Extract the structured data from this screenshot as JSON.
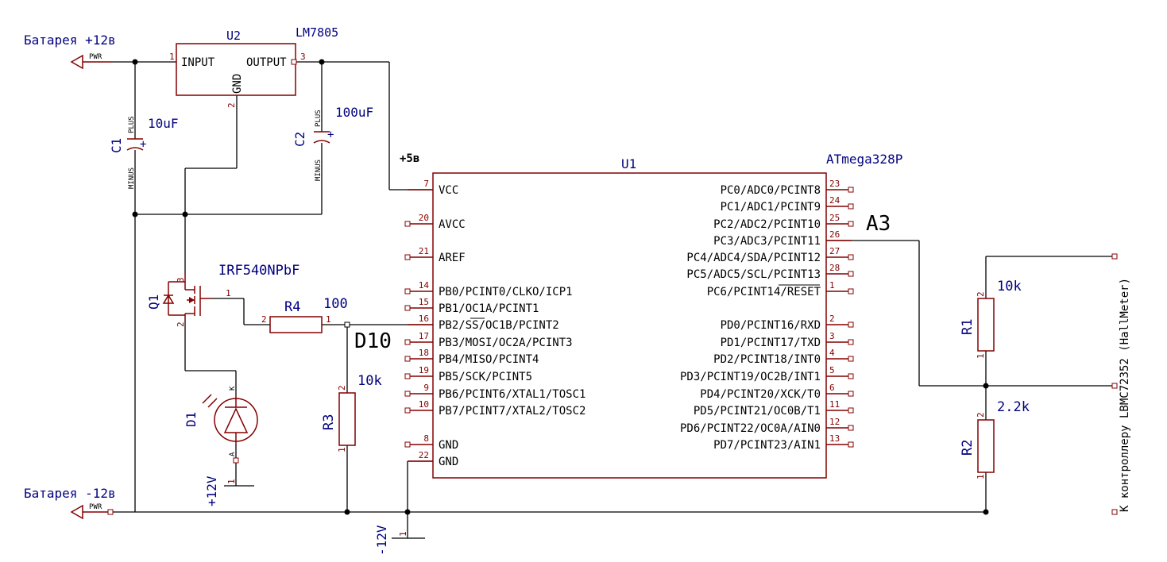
{
  "labels": {
    "bat_plus": "Батарея +12в",
    "bat_minus": "Батарея -12в",
    "pwr": "PWR",
    "v5": "+5в",
    "minus12": "-12V",
    "plus12": "+12V",
    "a3": "A3",
    "d10": "D10",
    "hall": "К контроллеру LBMC72352 (HallMeter)"
  },
  "u2": {
    "ref": "U2",
    "value": "LM7805",
    "input": "INPUT",
    "output": "OUTPUT",
    "gnd": "GND",
    "p1": "1",
    "p2": "2",
    "p3": "3"
  },
  "c1": {
    "ref": "C1",
    "value": "10uF",
    "plus": "PLUS",
    "minus": "MINUS",
    "sign": "+"
  },
  "c2": {
    "ref": "C2",
    "value": "100uF",
    "plus": "PLUS",
    "minus": "MINUS",
    "sign": "+"
  },
  "q1": {
    "ref": "Q1",
    "value": "IRF540NPbF",
    "p1": "1",
    "p2": "2",
    "p3": "3"
  },
  "r4": {
    "ref": "R4",
    "value": "100",
    "p1": "1",
    "p2": "2"
  },
  "r3": {
    "ref": "R3",
    "value": "10k",
    "p1": "1",
    "p2": "2"
  },
  "r1": {
    "ref": "R1",
    "value": "10k",
    "p1": "1",
    "p2": "2"
  },
  "r2": {
    "ref": "R2",
    "value": "2.2k",
    "p1": "1",
    "p2": "2"
  },
  "d1": {
    "ref": "D1",
    "k": "K",
    "a": "A"
  },
  "u1": {
    "ref": "U1",
    "value": "ATmega328P",
    "left_pins": [
      {
        "num": "7",
        "name": "VCC"
      },
      {
        "num": "20",
        "name": "AVCC"
      },
      {
        "num": "21",
        "name": "AREF"
      },
      {
        "num": "14",
        "name": "PB0/PCINT0/CLKO/ICP1"
      },
      {
        "num": "15",
        "name": "PB1/OC1A/PCINT1"
      },
      {
        "num": "16",
        "name": "PB2/SS/OC1B/PCINT2"
      },
      {
        "num": "17",
        "name": "PB3/MOSI/OC2A/PCINT3"
      },
      {
        "num": "18",
        "name": "PB4/MISO/PCINT4"
      },
      {
        "num": "19",
        "name": "PB5/SCK/PCINT5"
      },
      {
        "num": "9",
        "name": "PB6/PCINT6/XTAL1/TOSC1"
      },
      {
        "num": "10",
        "name": "PB7/PCINT7/XTAL2/TOSC2"
      },
      {
        "num": "8",
        "name": "GND"
      },
      {
        "num": "22",
        "name": "GND"
      }
    ],
    "right_pins": [
      {
        "num": "23",
        "name": "PC0/ADC0/PCINT8"
      },
      {
        "num": "24",
        "name": "PC1/ADC1/PCINT9"
      },
      {
        "num": "25",
        "name": "PC2/ADC2/PCINT10"
      },
      {
        "num": "26",
        "name": "PC3/ADC3/PCINT11"
      },
      {
        "num": "27",
        "name": "PC4/ADC4/SDA/PCINT12"
      },
      {
        "num": "28",
        "name": "PC5/ADC5/SCL/PCINT13"
      },
      {
        "num": "1",
        "name": "PC6/PCINT14/RESET"
      },
      {
        "num": "2",
        "name": "PD0/PCINT16/RXD"
      },
      {
        "num": "3",
        "name": "PD1/PCINT17/TXD"
      },
      {
        "num": "4",
        "name": "PD2/PCINT18/INT0"
      },
      {
        "num": "5",
        "name": "PD3/PCINT19/OC2B/INT1"
      },
      {
        "num": "6",
        "name": "PD4/PCINT20/XCK/T0"
      },
      {
        "num": "11",
        "name": "PD5/PCINT21/OC0B/T1"
      },
      {
        "num": "12",
        "name": "PD6/PCINT22/OC0A/AIN0"
      },
      {
        "num": "13",
        "name": "PD7/PCINT23/AIN1"
      }
    ]
  },
  "pin1": "1"
}
